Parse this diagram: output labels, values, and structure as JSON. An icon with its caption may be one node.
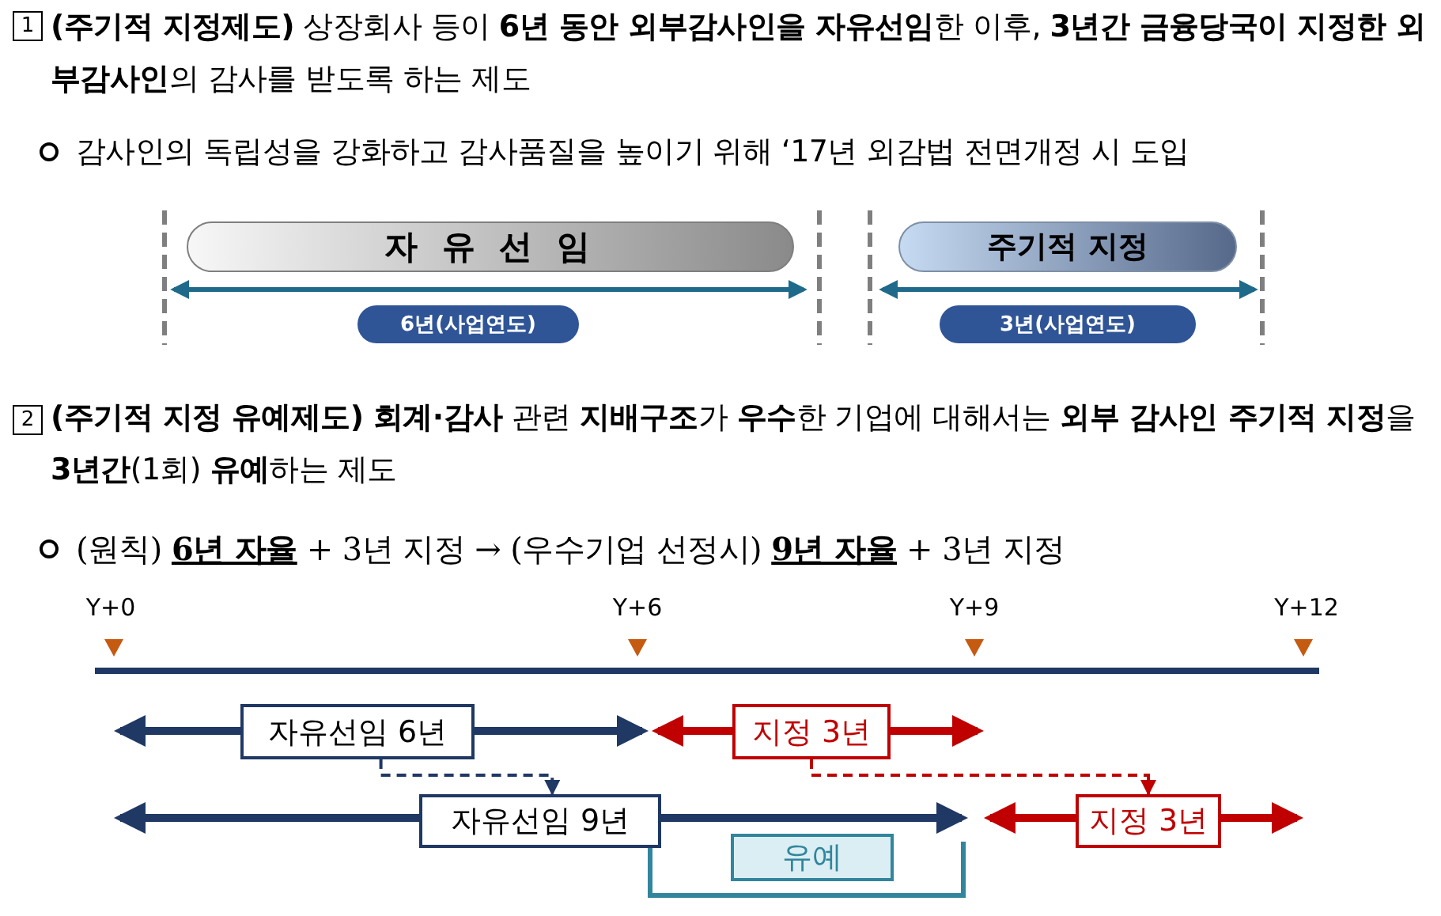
{
  "diagram": {
    "nodes": [
      {
        "text": [
          "1"
        ]
      },
      {
        "text": [
          "자 유 선 임"
        ]
      },
      {
        "text": [
          "주기적 지정"
        ]
      },
      {
        "text": [
          "6년(사업연도)"
        ]
      },
      {
        "text": [
          "3년(사업연도)"
        ]
      },
      {
        "text": [
          "2"
        ]
      },
      {
        "text": [
          "자유선임 6년"
        ]
      },
      {
        "text": [
          "지정 3년"
        ]
      },
      {
        "text": [
          "자유선임 9년"
        ]
      },
      {
        "text": [
          "지정 3년"
        ]
      },
      {
        "text": [
          "유예"
        ]
      }
    ],
    "edges": [
      {
        "from": 6,
        "to": 8,
        "arrow": "to",
        "style": "dashed",
        "color": "#1f3864"
      },
      {
        "from": 7,
        "to": 9,
        "arrow": "to",
        "style": "dashed",
        "color": "#c00000"
      }
    ],
    "labels": [
      "**(주기적 지정제도)** 상장회사 등이 **6년 동안 외부감사인을 자유선임**한 이후, **3년간 금융당국이 지정한 외부감사인**의 감사를 받도록 하는 제도",
      "감사인의 독립성을 강화하고 감사품질을 높이기 위해 ‘17년 외감법 전면개정 시 도입",
      "**(주기적 지정 유예제도) 회계·감사** 관련 **지배구조**가 **우수**한 기업에 대해서는 **외부 감사인 주기적 지정**을 **3년간**(1회) **유예**하는 제도",
      "(원칙) **6년 자율** + 3년 지정 → (우수기업 선정시) **9년 자율** + 3년 지정",
      "Y+0",
      "Y+6",
      "Y+9",
      "Y+12"
    ]
  }
}
